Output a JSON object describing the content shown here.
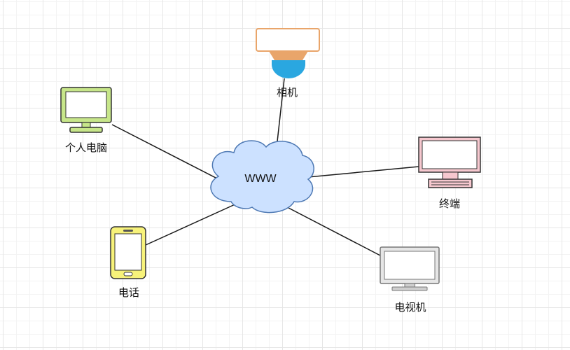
{
  "cloud": {
    "label": "WWW",
    "fill": "#cce1ff",
    "stroke": "#4d78b3"
  },
  "nodes": {
    "camera": {
      "label": "相机"
    },
    "pc": {
      "label": "个人电脑"
    },
    "terminal": {
      "label": "终端"
    },
    "phone": {
      "label": "电话"
    },
    "tv": {
      "label": "电视机"
    }
  },
  "colors": {
    "pc": "#c7e68a",
    "pc_stroke": "#2f2f2f",
    "camera_top": "#e9a56a",
    "camera_lens": "#2aa7e0",
    "terminal": "#f6c8cf",
    "phone": "#f7f27a",
    "tv": "#9a9a9a"
  }
}
